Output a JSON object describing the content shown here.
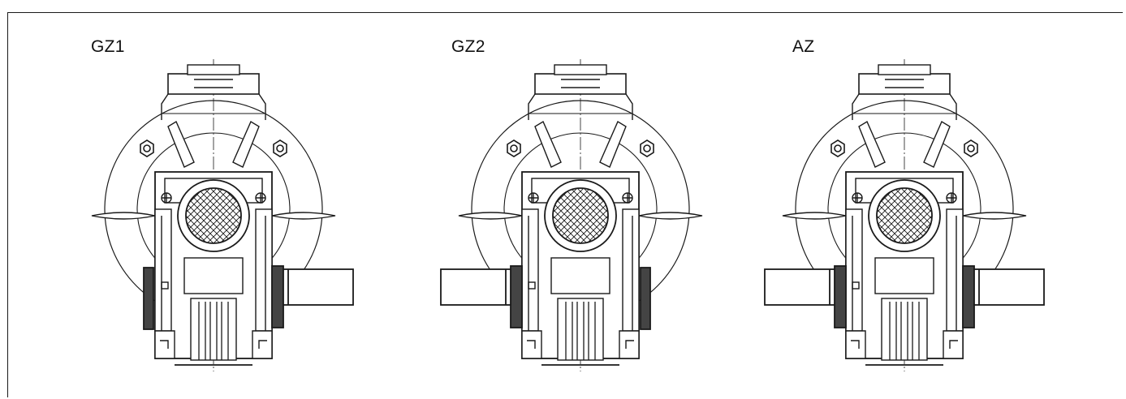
{
  "figures": [
    {
      "label": "GZ1",
      "shaft": "right"
    },
    {
      "label": "GZ2",
      "shaft": "left"
    },
    {
      "label": "AZ",
      "shaft": "both"
    }
  ],
  "colors": {
    "line": "#1a1a1a",
    "background": "#ffffff"
  }
}
